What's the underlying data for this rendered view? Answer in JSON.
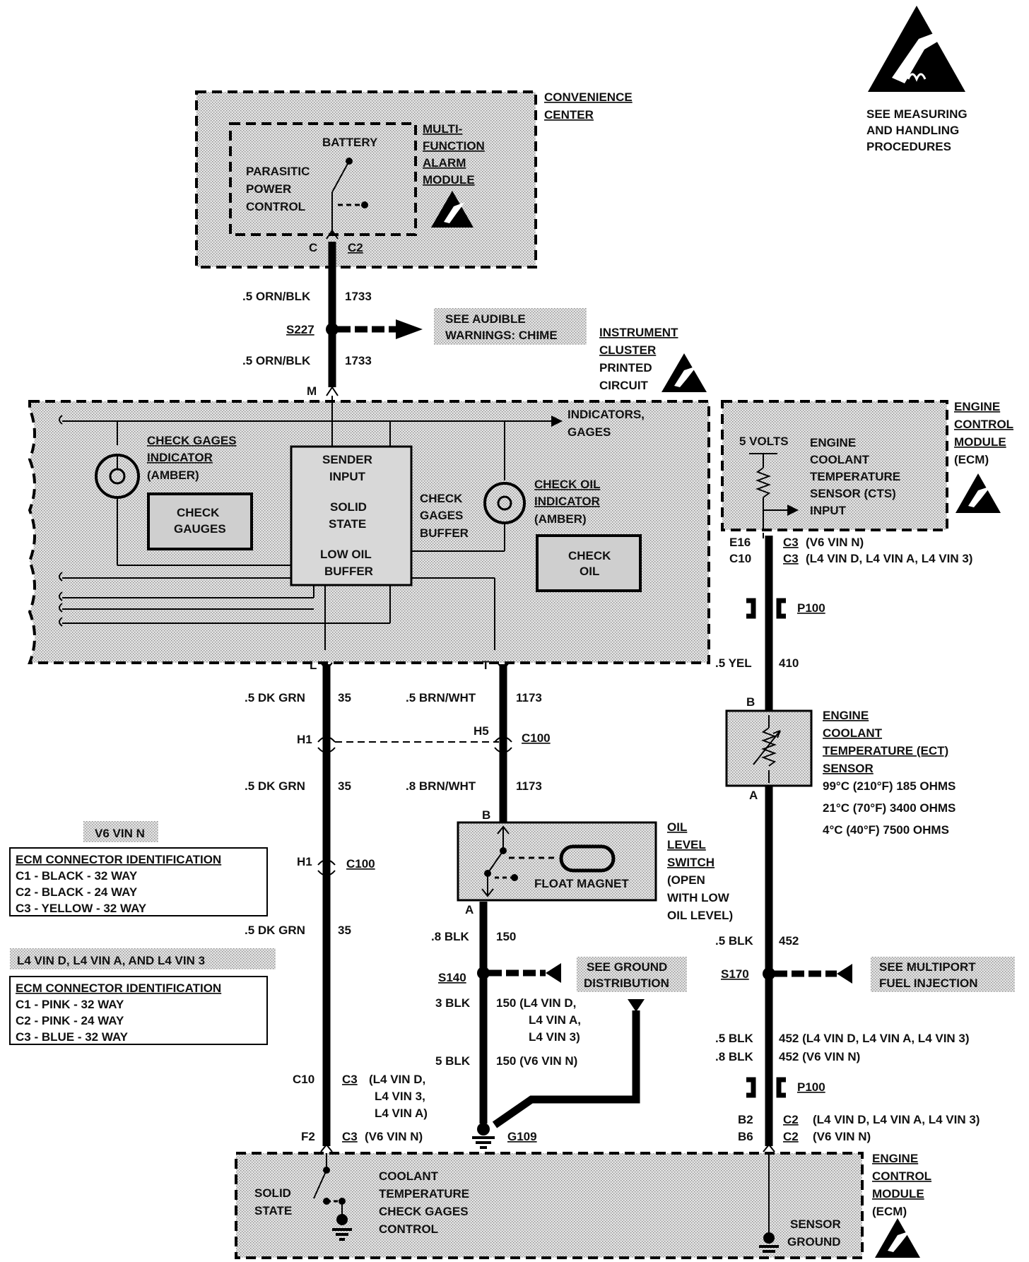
{
  "header": {
    "esd_note": [
      "SEE MEASURING",
      "AND HANDLING",
      "PROCEDURES"
    ]
  },
  "convenience_center": {
    "title": [
      "CONVENIENCE",
      "CENTER"
    ],
    "module": [
      "MULTI-",
      "FUNCTION",
      "ALARM",
      "MODULE"
    ],
    "battery": "BATTERY",
    "control": [
      "PARASITIC",
      "POWER",
      "CONTROL"
    ],
    "pin": "C",
    "connector": "C2"
  },
  "wire_1733": {
    "upper_gauge": ".5 ORN/BLK",
    "upper_circuit": "1733",
    "splice": "S227",
    "chime_ref": [
      "SEE AUDIBLE",
      "WARNINGS: CHIME"
    ],
    "lower_gauge": ".5 ORN/BLK",
    "lower_circuit": "1733",
    "pin": "M"
  },
  "instrument_cluster": {
    "title": [
      "INSTRUMENT",
      "CLUSTER",
      "PRINTED",
      "CIRCUIT"
    ],
    "indicators": [
      "INDICATORS,",
      "GAGES"
    ],
    "check_gages_indicator": [
      "CHECK GAGES",
      "INDICATOR",
      "(AMBER)"
    ],
    "check_gauges_box": [
      "CHECK",
      "GAUGES"
    ],
    "sender_input": [
      "SENDER",
      "INPUT"
    ],
    "solid_state": [
      "SOLID",
      "STATE"
    ],
    "low_oil_buffer": [
      "LOW OIL",
      "BUFFER"
    ],
    "check_gages_buffer": [
      "CHECK",
      "GAGES",
      "BUFFER"
    ],
    "check_oil_indicator": [
      "CHECK OIL",
      "INDICATOR",
      "(AMBER)"
    ],
    "check_oil_box": [
      "CHECK",
      "OIL"
    ]
  },
  "ecm_top": {
    "title": [
      "ENGINE",
      "CONTROL",
      "MODULE",
      "(ECM)"
    ],
    "five_volts": "5 VOLTS",
    "sensor_text": [
      "ENGINE",
      "COOLANT",
      "TEMPERATURE",
      "SENSOR (CTS)",
      "INPUT"
    ],
    "pin_e16": "E16",
    "pin_c10": "C10",
    "conn_e16": "C3",
    "conn_e16_note": "(V6 VIN N)",
    "conn_c10": "C3",
    "conn_c10_note": "(L4 VIN D, L4 VIN A, L4 VIN 3)"
  },
  "wire_410": {
    "p100": "P100",
    "gauge": ".5 YEL",
    "circuit": "410",
    "pin_b": "B",
    "pin_a": "A"
  },
  "ect_sensor": {
    "title": [
      "ENGINE",
      "COOLANT",
      "TEMPERATURE (ECT)",
      "SENSOR"
    ],
    "specs": [
      "99°C (210°F) 185 OHMS",
      "21°C (70°F) 3400 OHMS",
      "4°C (40°F) 7500 OHMS"
    ]
  },
  "wire_35": {
    "pin": "L",
    "gauge1": ".5 DK GRN",
    "circuit1": "35",
    "h1_top": "H1",
    "gauge2": ".5 DK GRN",
    "circuit2": "35",
    "h1_mid": "H1",
    "c100": "C100",
    "gauge3": ".5 DK GRN",
    "circuit3": "35",
    "pin_c10": "C10",
    "conn_c10": "C3",
    "conn_c10_note": [
      "(L4 VIN D,",
      "L4 VIN 3,",
      "L4 VIN A)"
    ],
    "pin_f2": "F2",
    "conn_f2": "C3",
    "conn_f2_note": "(V6 VIN N)"
  },
  "wire_1173": {
    "pin": "T",
    "gauge1": ".5 BRN/WHT",
    "circuit1": "1173",
    "h5": "H5",
    "c100": "C100",
    "gauge2": ".8 BRN/WHT",
    "circuit2": "1173",
    "pin_b": "B"
  },
  "oil_level_switch": {
    "title": [
      "OIL",
      "LEVEL",
      "SWITCH",
      "(OPEN",
      "WITH LOW",
      "OIL LEVEL)"
    ],
    "float_magnet": "FLOAT MAGNET",
    "pin_a": "A"
  },
  "wire_150": {
    "gauge1": ".8 BLK",
    "circuit1": "150",
    "splice": "S140",
    "ground_ref": [
      "SEE GROUND",
      "DISTRIBUTION"
    ],
    "gauge2": "3 BLK",
    "circuit2_note": [
      "150 (L4 VIN D,",
      "L4 VIN A,",
      "L4 VIN 3)"
    ],
    "gauge3": "5 BLK",
    "circuit3_note": "150 (V6 VIN N)",
    "ground": "G109"
  },
  "wire_452": {
    "gauge1": ".5 BLK",
    "circuit1": "452",
    "splice": "S170",
    "mfi_ref": [
      "SEE MULTIPORT",
      "FUEL INJECTION"
    ],
    "gauge2": ".5 BLK",
    "circuit2_note": "452 (L4 VIN D, L4 VIN A, L4 VIN 3)",
    "gauge3": ".8 BLK",
    "circuit3_note": "452 (V6 VIN N)",
    "p100": "P100",
    "pin_b2": "B2",
    "pin_b6": "B6",
    "conn_b2": "C2",
    "conn_b2_note": "(L4 VIN D, L4 VIN A, L4 VIN 3)",
    "conn_b6": "C2",
    "conn_b6_note": "(V6 VIN N)"
  },
  "ecm_bottom": {
    "title": [
      "ENGINE",
      "CONTROL",
      "MODULE",
      "(ECM)"
    ],
    "solid_state": [
      "SOLID",
      "STATE"
    ],
    "control": [
      "COOLANT",
      "TEMPERATURE",
      "CHECK GAGES",
      "CONTROL"
    ],
    "sensor_ground": [
      "SENSOR",
      "GROUND"
    ]
  },
  "tables": {
    "v6_title": "V6 VIN N",
    "v6_header": "ECM CONNECTOR IDENTIFICATION",
    "v6_rows": [
      "C1 - BLACK - 32 WAY",
      "C2 - BLACK - 24 WAY",
      "C3 - YELLOW - 32 WAY"
    ],
    "l4_title": "L4 VIN D, L4 VIN A, AND L4 VIN 3",
    "l4_header": "ECM CONNECTOR IDENTIFICATION",
    "l4_rows": [
      "C1 - PINK - 32 WAY",
      "C2 - PINK - 24 WAY",
      "C3 - BLUE - 32 WAY"
    ]
  }
}
